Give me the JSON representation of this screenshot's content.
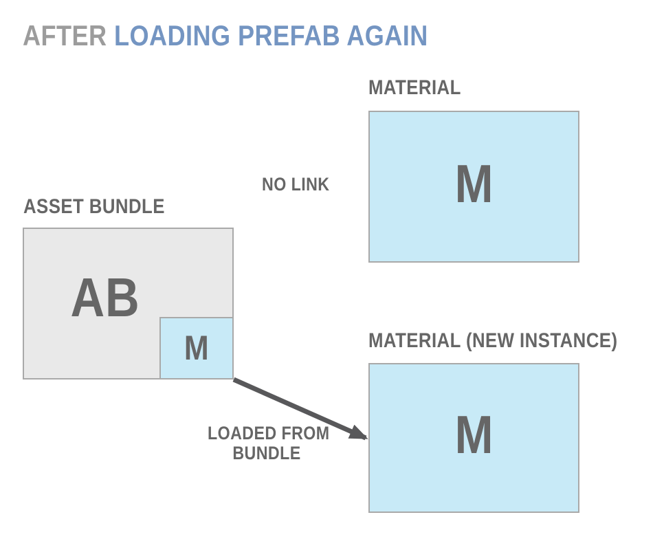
{
  "title": {
    "prefix": "AFTER ",
    "highlight": "LOADING PREFAB AGAIN",
    "prefix_color": "#9c9c9c",
    "highlight_color": "#7495c2"
  },
  "colors": {
    "label_text": "#666666",
    "letter_text": "#666666",
    "box_border": "#a9a9a9",
    "material_fill": "#c8eaf7",
    "bundle_fill": "#e9e9e9",
    "arrow": "#58585a",
    "background": "#ffffff"
  },
  "diagram": {
    "material_top": {
      "label": "MATERIAL",
      "letter": "M"
    },
    "asset_bundle": {
      "label": "ASSET BUNDLE",
      "letter": "AB"
    },
    "bundled_material": {
      "letter": "M"
    },
    "material_new": {
      "label": "MATERIAL (NEW INSTANCE)",
      "letter": "M"
    },
    "no_link_label": "NO LINK",
    "arrow_label_line1": "LOADED FROM",
    "arrow_label_line2": "BUNDLE"
  }
}
